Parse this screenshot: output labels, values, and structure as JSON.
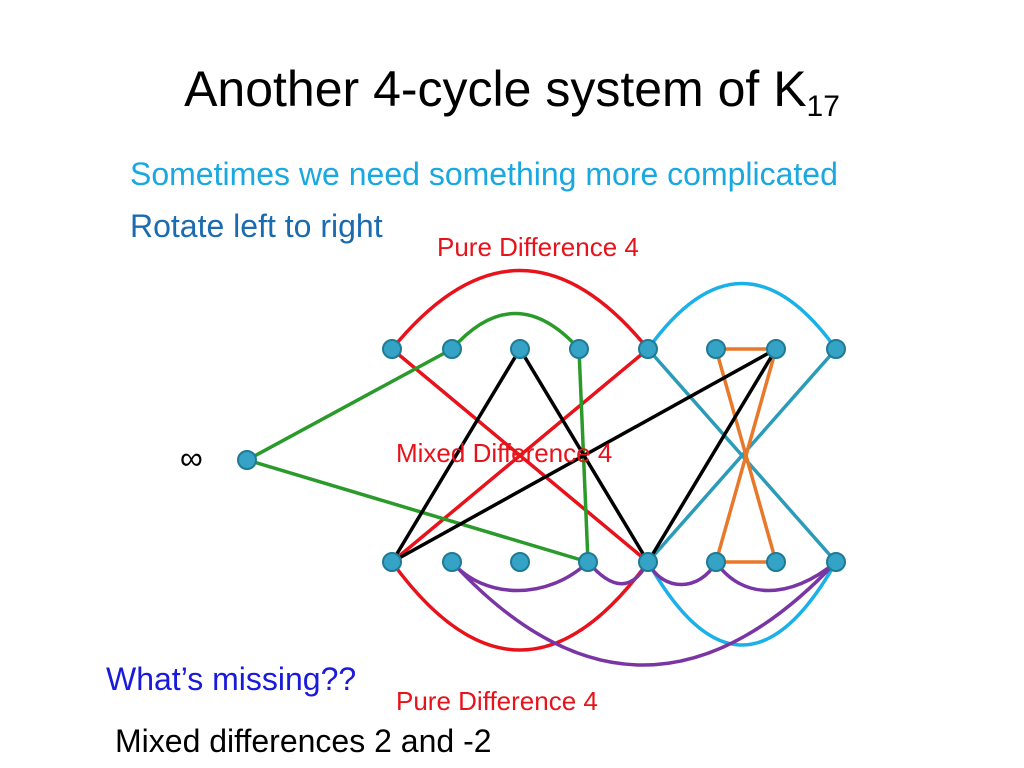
{
  "slide": {
    "title_main": "Another 4-cycle system of K",
    "title_subscript": "17",
    "subtitle_line1": "Sometimes we need something more complicated",
    "subtitle_line2": "Rotate left to right",
    "infinity_label": "∞",
    "question": "What’s missing??",
    "answer": "Mixed differences 2 and -2"
  },
  "diagram": {
    "labels": {
      "pure_top": "Pure Difference 4",
      "mixed": "Mixed Difference 4",
      "pure_bottom": "Pure Difference 4"
    },
    "colors": {
      "red": "#e8121b",
      "blue": "#1ab0e8",
      "teal": "#2b9bb8",
      "green": "#2a9a2a",
      "black": "#000000",
      "orange": "#e8782a",
      "purple": "#7a35a5",
      "vertex_fill": "#35a3c5",
      "vertex_stroke": "#1e7a95"
    }
  }
}
